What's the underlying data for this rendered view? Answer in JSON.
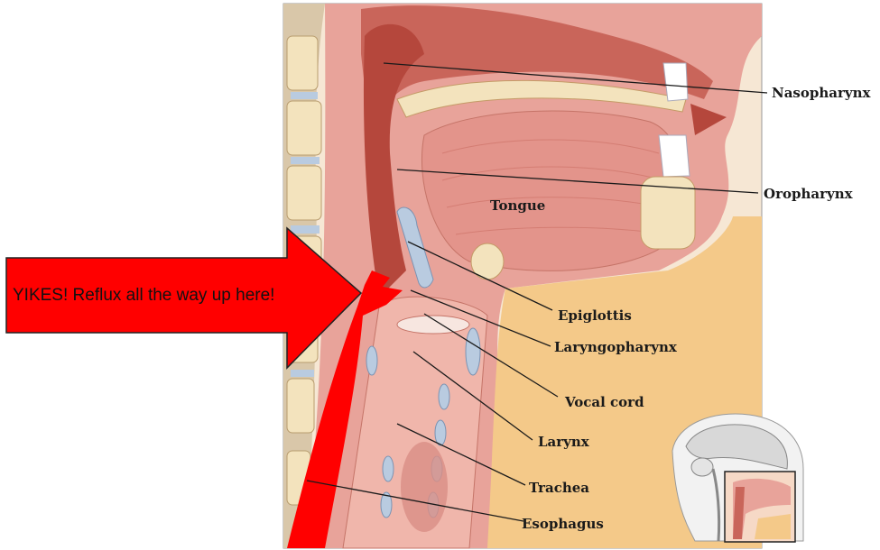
{
  "callout": {
    "text": "YIKES! Reflux all the way up here!",
    "color": "#ff0000"
  },
  "structure_label": "Tongue",
  "labels": {
    "nasopharynx": "Nasopharynx",
    "oropharynx": "Oropharynx",
    "epiglottis": "Epiglottis",
    "laryngopharynx": "Laryngopharynx",
    "vocal_cord": "Vocal cord",
    "larynx": "Larynx",
    "trachea": "Trachea",
    "esophagus": "Esophagus"
  },
  "colors": {
    "tissue": "#e8a39a",
    "airway_dark": "#b5473c",
    "bone": "#f3e3bd",
    "fat": "#f4c989",
    "cartilage": "#b9cbe0",
    "reflux": "#ff0000"
  }
}
